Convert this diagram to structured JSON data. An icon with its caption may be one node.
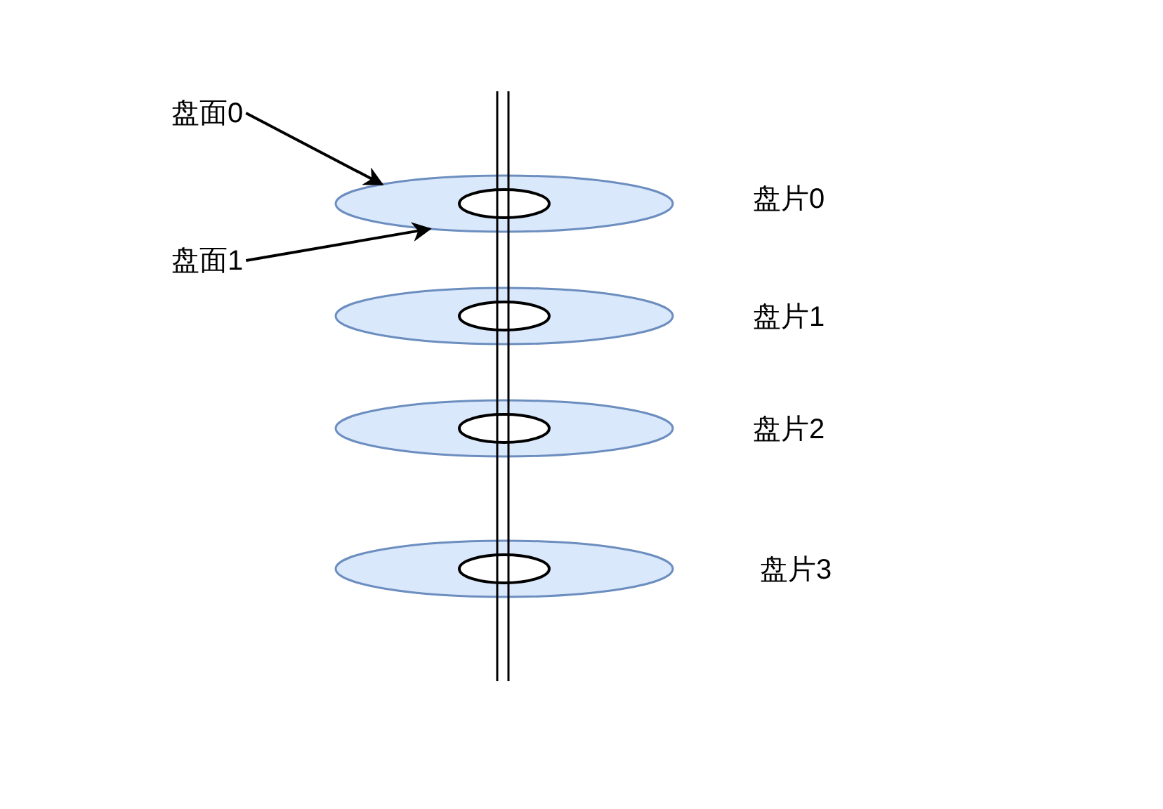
{
  "diagram": {
    "nodes": [
      {
        "text": [
          "盘面0"
        ]
      },
      {
        "text": [
          "盘面1"
        ]
      },
      {
        "text": [],
        "shape": "ellipse",
        "beside": [
          "盘片0"
        ]
      },
      {
        "text": [],
        "shape": "ellipse",
        "beside": [
          "盘片1"
        ]
      },
      {
        "text": [],
        "shape": "ellipse",
        "beside": [
          "盘片2"
        ]
      },
      {
        "text": [],
        "shape": "ellipse",
        "beside": [
          "盘片3"
        ]
      }
    ],
    "edges": [
      {
        "from": 0,
        "to": 2,
        "arrow": "to"
      },
      {
        "from": 1,
        "to": 2,
        "arrow": "to"
      }
    ]
  }
}
